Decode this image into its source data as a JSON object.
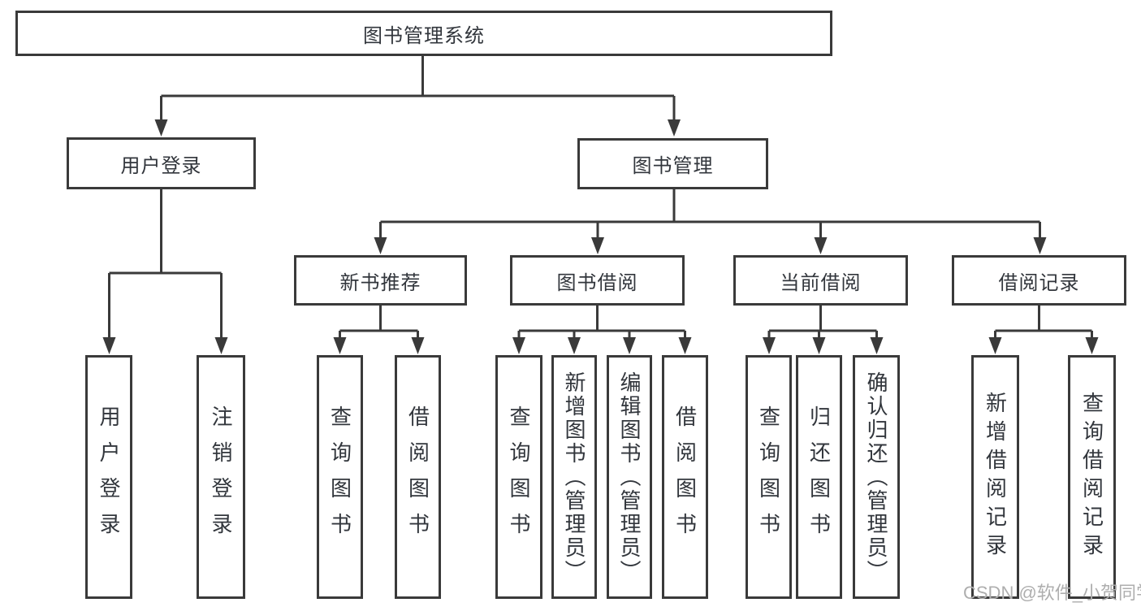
{
  "tree": {
    "root": {
      "label": "图书管理系统"
    },
    "branches": [
      {
        "label": "用户登录",
        "children": [
          {
            "label": "用户登录"
          },
          {
            "label": "注销登录"
          }
        ]
      },
      {
        "label": "图书管理",
        "sections": [
          {
            "label": "新书推荐",
            "children": [
              {
                "label": "查询图书"
              },
              {
                "label": "借阅图书"
              }
            ]
          },
          {
            "label": "图书借阅",
            "children": [
              {
                "label": "查询图书"
              },
              {
                "label": "新增图书（管理员）"
              },
              {
                "label": "编辑图书（管理员）"
              },
              {
                "label": "借阅图书"
              }
            ]
          },
          {
            "label": "当前借阅",
            "children": [
              {
                "label": "查询图书"
              },
              {
                "label": "归还图书"
              },
              {
                "label": "确认归还（管理员）"
              }
            ]
          },
          {
            "label": "借阅记录",
            "children": [
              {
                "label": "新增借阅记录"
              },
              {
                "label": "查询借阅记录"
              }
            ]
          }
        ]
      }
    ]
  },
  "watermark": "CSDN @软件_小贺同学",
  "colors": {
    "line": "#3a3a3a",
    "text": "#32363c",
    "background": "#ffffff",
    "watermark": "#aeaeae"
  }
}
